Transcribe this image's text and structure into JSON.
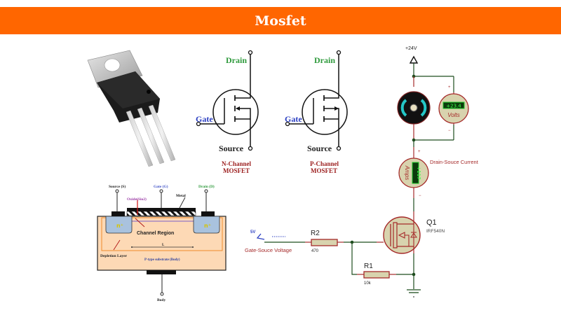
{
  "header": {
    "title": "Mosfet"
  },
  "colors": {
    "header_bg": "#ff6600",
    "drain_label": "#2e9a3c",
    "gate_label": "#2b3fc2",
    "source_label": "#222222",
    "channel_type_label": "#9b1c1c",
    "schematic_red": "#a52a2a",
    "schematic_wire": "#1e4d1e",
    "component_fill": "#d8d3ae",
    "lcd_green": "#1ecb2a"
  },
  "package_photo": {
    "description": "TO-220 MOSFET package"
  },
  "symbols": {
    "n_channel": {
      "drain": "Drain",
      "gate": "Gate",
      "source": "Source",
      "type_line1": "N-Channel",
      "type_line2": "MOSFET"
    },
    "p_channel": {
      "drain": "Drain",
      "gate": "Gate",
      "source": "Source",
      "type_line1": "P-Channel",
      "type_line2": "MOSFET"
    }
  },
  "cross_section": {
    "source": "Source (S)",
    "gate": "Gate (G)",
    "drain": "Drain (D)",
    "metal": "Metal",
    "oxide": "Oxide(Sio2)",
    "n_plus": "n⁺",
    "channel_region": "Channel Region",
    "length": "L",
    "depletion_layer": "Depletion Layer",
    "substrate": "P-type substrate (Body)",
    "body": "Body"
  },
  "circuit": {
    "supply": "+24V",
    "voltmeter": {
      "reading": "+23.4",
      "unit": "Volts",
      "plus": "+",
      "minus": "−"
    },
    "ammeter": {
      "reading": "+117",
      "unit": "Amps",
      "label": "Drain-Souce Current",
      "plus": "+",
      "minus": "−"
    },
    "transistor": {
      "ref": "Q1",
      "part": "IRF540N"
    },
    "r2": {
      "ref": "R2",
      "value": "470"
    },
    "r1": {
      "ref": "R1",
      "value": "10k"
    },
    "gate_source": {
      "voltage": "5V",
      "label": "Gate-Souce Voltage"
    }
  }
}
